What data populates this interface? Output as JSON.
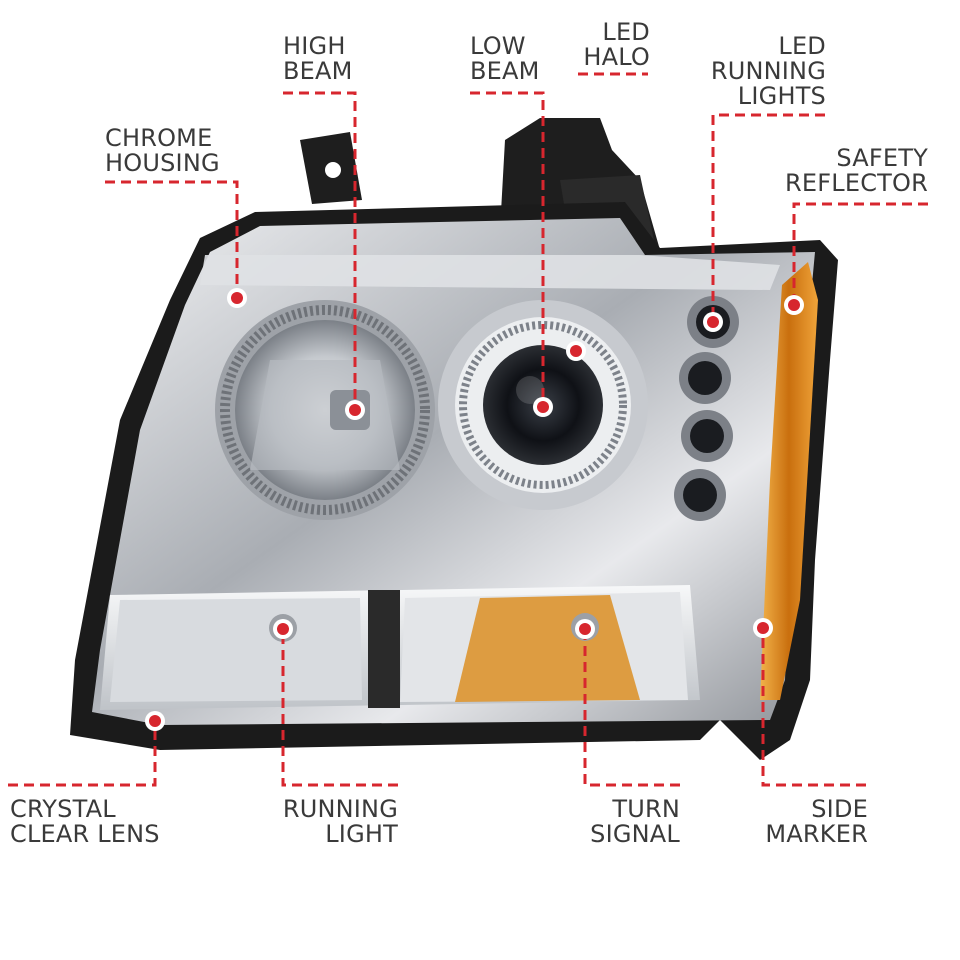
{
  "labels": {
    "high_beam": "HIGH\nBEAM",
    "low_beam": "LOW\nBEAM",
    "led_halo": "LED\nHALO",
    "led_running_lights": "LED\nRUNNING\nLIGHTS",
    "chrome_housing": "CHROME\nHOUSING",
    "safety_reflector": "SAFETY\nREFLECTOR",
    "crystal_clear_lens": "CRYSTAL\nCLEAR LENS",
    "running_light": "RUNNING\nLIGHT",
    "turn_signal": "TURN\nSIGNAL",
    "side_marker": "SIDE\nMARKER"
  },
  "colors": {
    "callout": "#d7262e",
    "text": "#3a3a3a",
    "chrome": "#c9ccd0",
    "amber": "#d98a1a",
    "housing": "#1b1b1b"
  }
}
